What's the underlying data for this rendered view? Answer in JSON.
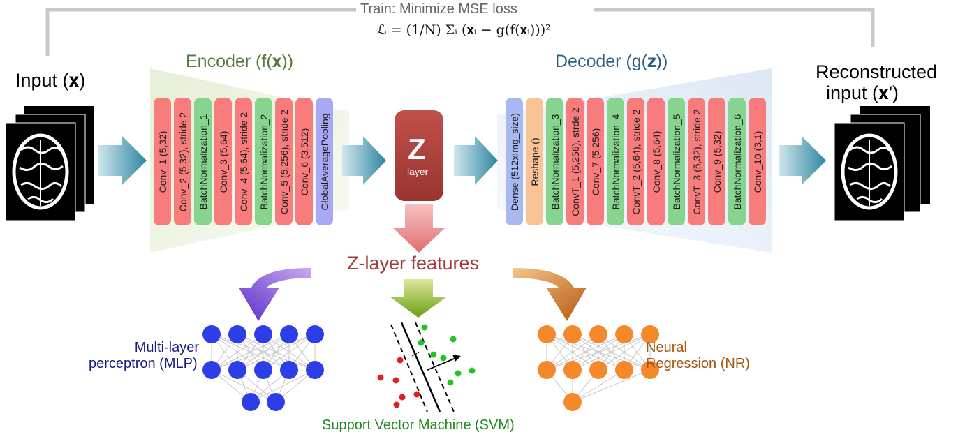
{
  "train_label": "Train: Minimize MSE loss",
  "loss_formula": "ℒ = (1/N) Σᵢ (𝐱ᵢ − g(f(𝐱ᵢ)))²",
  "input_label": "Input (𝐱)",
  "encoder_label": "Encoder (f(𝐱))",
  "decoder_label": "Decoder (g(𝐳))",
  "reconstructed_label_1": "Reconstructed",
  "reconstructed_label_2": "input (𝐱')",
  "z_letter": "Z",
  "z_sub": "layer",
  "zfeatures_label": "Z-layer features",
  "mlp_label_1": "Multi-layer",
  "mlp_label_2": "perceptron (MLP)",
  "nr_label_1": "Neural",
  "nr_label_2": "Regression (NR)",
  "svm_label": "Support Vector Machine (SVM)",
  "encoder_layers": [
    {
      "label": "Conv_1 (5,32)",
      "kind": "conv"
    },
    {
      "label": "Conv_2 (5,32), stride 2",
      "kind": "conv"
    },
    {
      "label": "BatchNormalization_1",
      "kind": "bn"
    },
    {
      "label": "Conv_3 (5,64)",
      "kind": "conv"
    },
    {
      "label": "Conv_4 (5,64), stride 2",
      "kind": "conv"
    },
    {
      "label": "BatchNormalization_2",
      "kind": "bn"
    },
    {
      "label": "Conv_5 (5,256), stride 2",
      "kind": "conv"
    },
    {
      "label": "Conv_6 (3,512)",
      "kind": "conv"
    },
    {
      "label": "GlobalAveragePooling",
      "kind": "pool"
    }
  ],
  "decoder_layers": [
    {
      "label": "Dense (512xImg_size)",
      "kind": "dense"
    },
    {
      "label": "Reshape ()",
      "kind": "reshape"
    },
    {
      "label": "BatchNormalization_3",
      "kind": "bn"
    },
    {
      "label": "ConvT_1 (5,256), strde 2",
      "kind": "conv"
    },
    {
      "label": "Conv_7 (5,256)",
      "kind": "conv"
    },
    {
      "label": "BatchNormalization_4",
      "kind": "bn"
    },
    {
      "label": "ConvT_2 (5,64), stride 2",
      "kind": "conv"
    },
    {
      "label": "Conv_8 (5,64)",
      "kind": "conv"
    },
    {
      "label": "BatchNormalization_5",
      "kind": "bn"
    },
    {
      "label": "ConvT_3 (5,32), stride 2",
      "kind": "conv"
    },
    {
      "label": "Conv_9 (5,32)",
      "kind": "conv"
    },
    {
      "label": "BatchNormalization_6",
      "kind": "bn"
    },
    {
      "label": "Conv_10 (3,1)",
      "kind": "conv"
    }
  ],
  "colors": {
    "conv": "#f87c7c",
    "bn": "#86d48e",
    "pool": "#a8a8f4",
    "dense": "#a8b8f0",
    "reshape": "#f9c396",
    "encoder_title": "#5a7a3c",
    "decoder_title": "#2e5f82",
    "z_block": "#b84a44",
    "zfeatures": "#a63a3a",
    "mlp_text": "#1a1a8a",
    "mlp_node": "#2d3de8",
    "nr_text": "#a6560c",
    "nr_node": "#f5882a",
    "svm_text": "#1e8a1e",
    "arrow_teal": "#3a8fa8"
  }
}
